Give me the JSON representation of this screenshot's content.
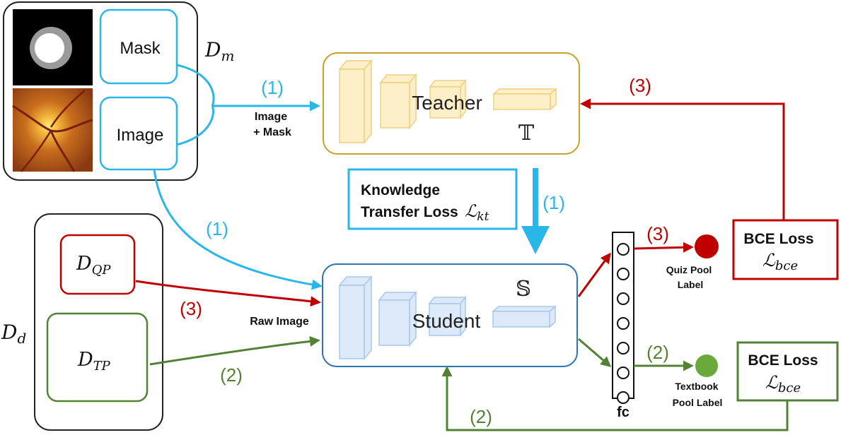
{
  "dm_group": {
    "mask_label": "Mask",
    "image_label": "Image",
    "set_symbol": "D",
    "set_subscript": "m"
  },
  "dd_group": {
    "set_symbol": "D",
    "set_subscript": "d",
    "qp_symbol": "D",
    "qp_subscript": "QP",
    "tp_symbol": "D",
    "tp_subscript": "TP"
  },
  "teacher": {
    "label": "Teacher",
    "symbol": "𝕋"
  },
  "student": {
    "label": "Student",
    "symbol": "𝕊"
  },
  "kt_loss": {
    "line1": "Knowledge",
    "line2": "Transfer Loss",
    "symbol": "ℒ",
    "subscript": "kt"
  },
  "bce_top": {
    "title": "BCE Loss",
    "symbol": "ℒ",
    "subscript": "bce"
  },
  "bce_bottom": {
    "title": "BCE Loss",
    "symbol": "ℒ",
    "subscript": "bce"
  },
  "fc_label": "fc",
  "outputs": {
    "quiz_line1": "Quiz Pool",
    "quiz_line2": "Label",
    "textbook_line1": "Textbook",
    "textbook_line2": "Pool Label"
  },
  "edge_labels": {
    "image_mask_step": "(1)",
    "image_mask_line1": "Image",
    "image_mask_line2": "+ Mask",
    "image_to_student_step": "(1)",
    "kt_arrow_step": "(1)",
    "qp_step": "(3)",
    "raw_image": "Raw Image",
    "tp_step": "(2)",
    "bce_to_teacher_step": "(3)",
    "fc_to_quiz_step": "(3)",
    "fc_to_textbook_step": "(2)",
    "bce_to_student_step": "(2)"
  },
  "colors": {
    "blue": "#29b6e8",
    "red": "#c00000",
    "green": "#548235",
    "teacher_border": "#c9a227",
    "teacher_fill": "#fdf0c8",
    "student_border": "#2e75b6",
    "student_fill": "#dce9f8"
  }
}
